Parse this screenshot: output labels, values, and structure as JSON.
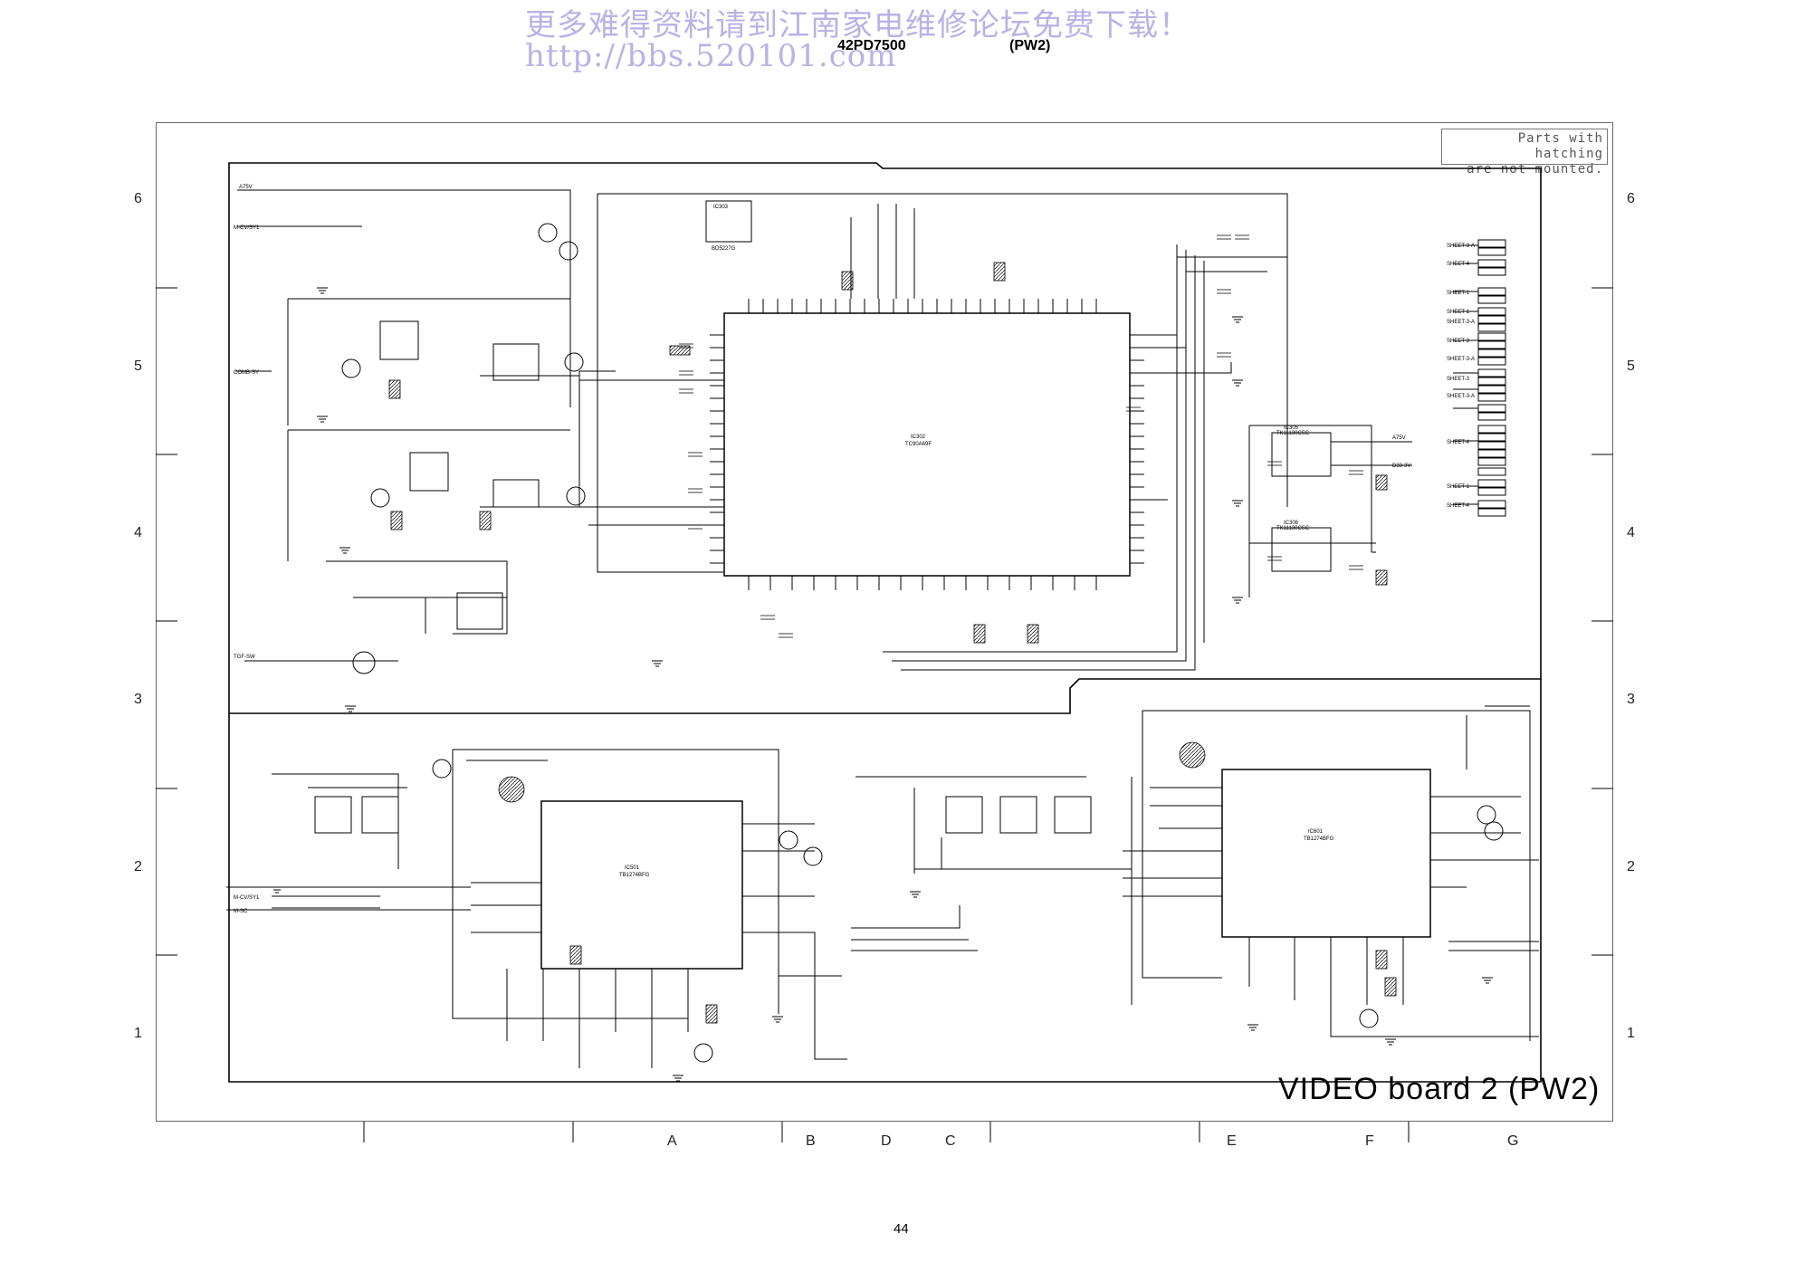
{
  "watermark": {
    "line1": "更多难得资料请到江南家电维修论坛免费下载！",
    "line2": "http://bbs.520101.com"
  },
  "header": {
    "model": "42PD7500",
    "page_code": "(PW2)"
  },
  "hatching_note": {
    "line1": "Parts with hatching",
    "line2": "are not mounted."
  },
  "row_labels_left": [
    "6",
    "5",
    "4",
    "3",
    "2",
    "1"
  ],
  "row_labels_right": [
    "6",
    "5",
    "4",
    "3",
    "2",
    "1"
  ],
  "column_labels": [
    "A",
    "B",
    "D",
    "C",
    "E",
    "F",
    "G"
  ],
  "board_title": "VIDEO  board  2  (PW2)",
  "page_number": "44",
  "ics": {
    "main": {
      "ref": "IC302",
      "part": "TC90A69F"
    },
    "decoder_left": {
      "ref": "IC501",
      "part": "TB1274BFG"
    },
    "decoder_right": {
      "ref": "IC601",
      "part": "TB1274BFG"
    },
    "reg1": {
      "ref": "IC303",
      "part": "BD5227G"
    },
    "reg2": {
      "ref": "IC305",
      "part": "TK11130CSC"
    },
    "reg3": {
      "ref": "IC306",
      "part": "TK11130CSC"
    }
  },
  "connectors_right": [
    "SHEET-3-A",
    "SHEET-4",
    "SHEET-1",
    "SHEET-1",
    "SHEET-3-A",
    "SHEET-3",
    "SHEET-3-A",
    "SHEET-3",
    "SHEET-3-A",
    "SHEET-4",
    "SHEET-1",
    "SHEET-4"
  ],
  "net_labels": {
    "v_top_left": "A75V",
    "in_cvbs1": "M-CV/SY1",
    "in_comb": "COMB-SY",
    "tgf": "TGF-SW",
    "in_cvbs2": "M-CV/SY1",
    "in_sc": "M-SC",
    "out_5v": "A75V",
    "out_33v": "D33-3V"
  }
}
